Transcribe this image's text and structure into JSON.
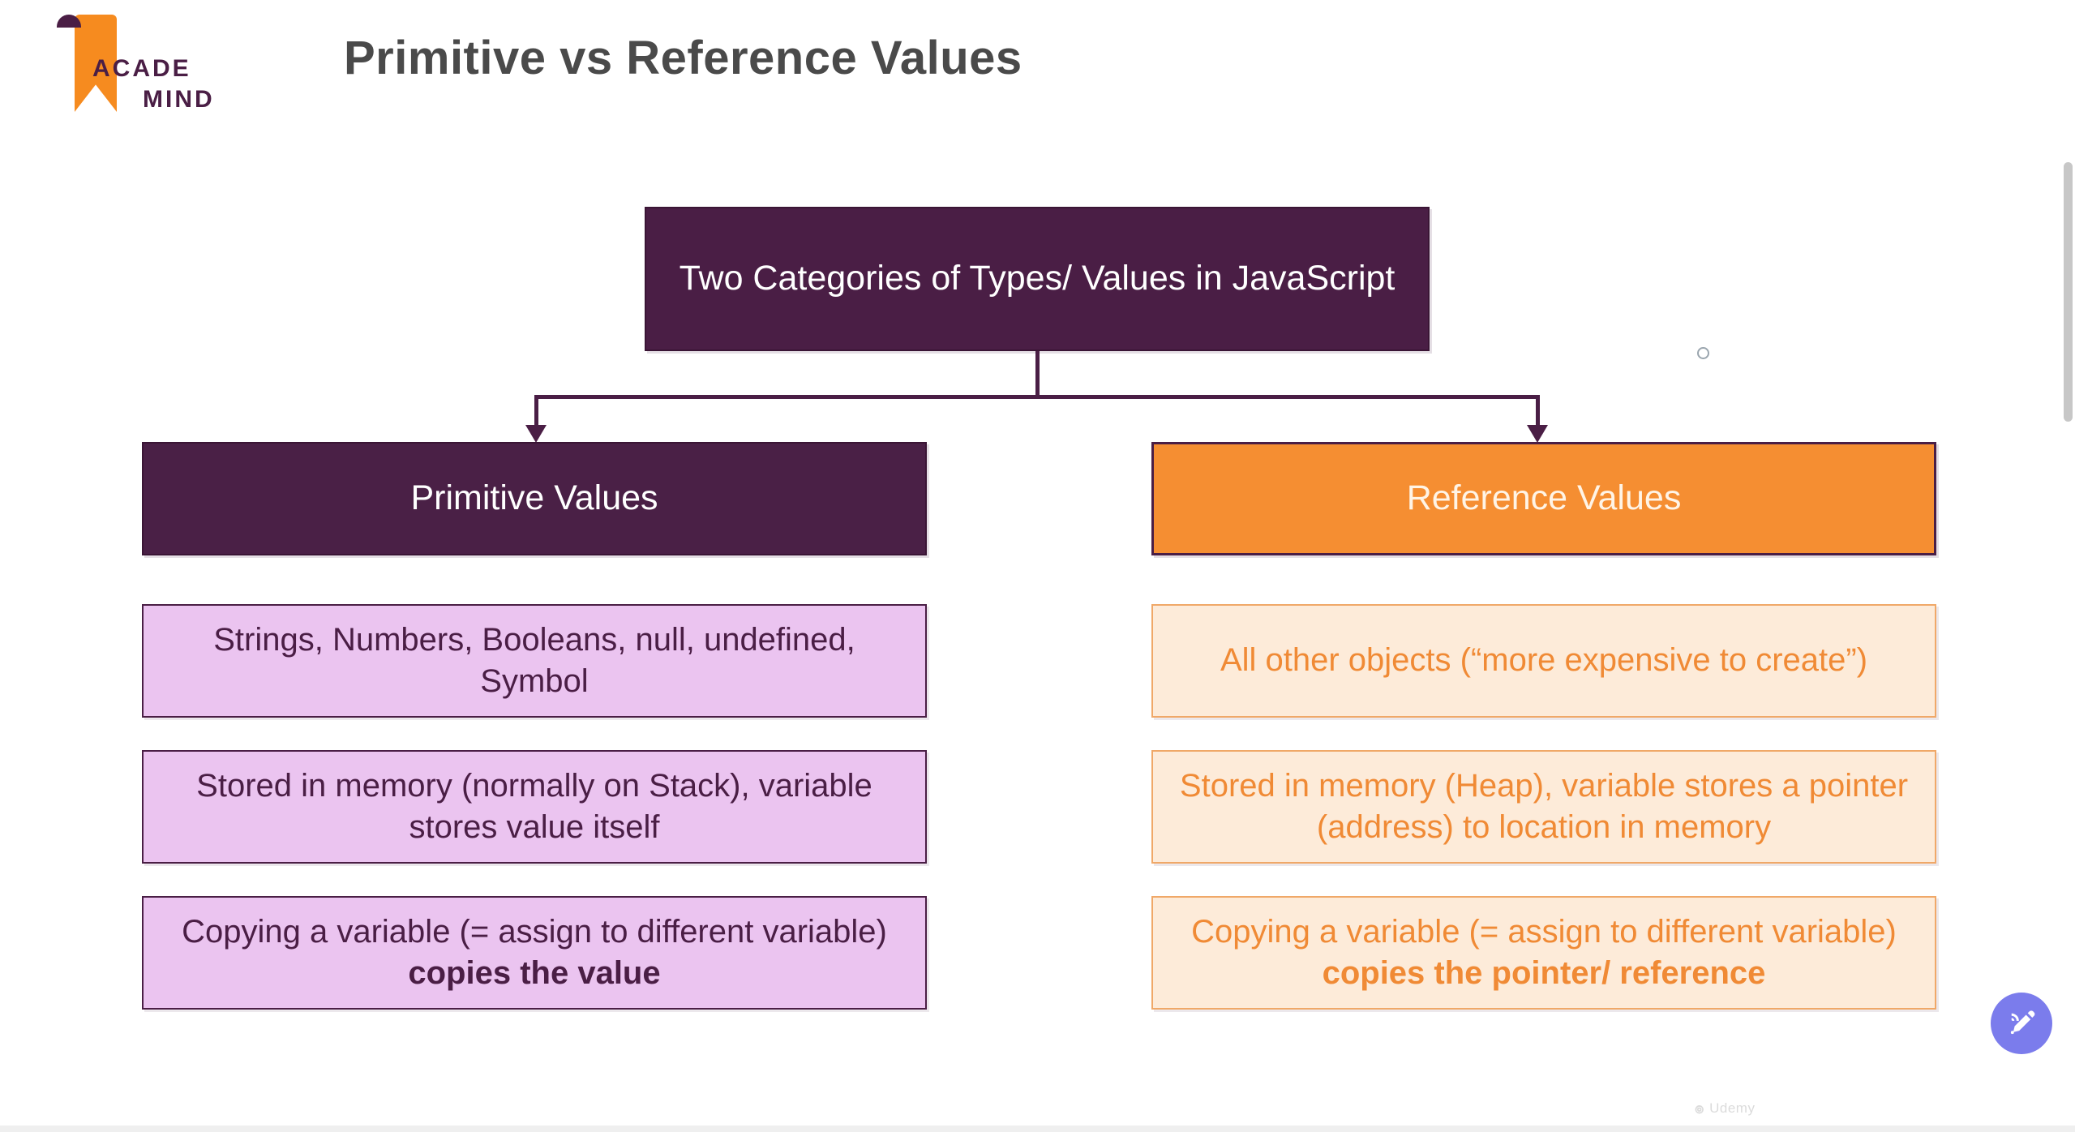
{
  "logo": {
    "line1": "ACADE",
    "line2": "MIND",
    "mark_color": "#F68B1F",
    "text_color": "#4A1E45"
  },
  "header": {
    "title": "Primitive vs Reference Values",
    "title_color": "#4A4A4A"
  },
  "diagram": {
    "root": {
      "label": "Two Categories of Types/ Values in JavaScript",
      "bg": "#4A1E45",
      "text": "#FFFFFF"
    },
    "branches": [
      {
        "key": "primitive",
        "header": "Primitive Values",
        "header_bg": "#4A2046",
        "header_text": "#FFFFFF",
        "item_bg": "#EBC4F0",
        "item_border": "#4A1E45",
        "item_text": "#4A1E45",
        "items": [
          {
            "text": "Strings, Numbers, Booleans, null, undefined, Symbol",
            "bold": ""
          },
          {
            "text": "Stored in memory (normally on Stack), variable stores value itself",
            "bold": ""
          },
          {
            "text": "Copying a variable (= assign to different variable) ",
            "bold": "copies the value"
          }
        ]
      },
      {
        "key": "reference",
        "header": "Reference Values",
        "header_bg": "#F58E32",
        "header_text": "#FFF4E6",
        "item_bg": "#FDEBD9",
        "item_border": "#F0A868",
        "item_text": "#F08A35",
        "items": [
          {
            "text": "All other objects (“more expensive to create”)",
            "bold": ""
          },
          {
            "text": "Stored in memory (Heap), variable stores a pointer (address) to location in memory",
            "bold": ""
          },
          {
            "text": "Copying a variable (= assign to different variable) ",
            "bold": "copies the pointer/ reference"
          }
        ]
      }
    ]
  },
  "overlay": {
    "annotate_button_icon": "pencil-annotate-icon",
    "annotate_button_color": "#7B7CEC",
    "watermark_mark": "๏",
    "watermark_text": "Udemy"
  }
}
